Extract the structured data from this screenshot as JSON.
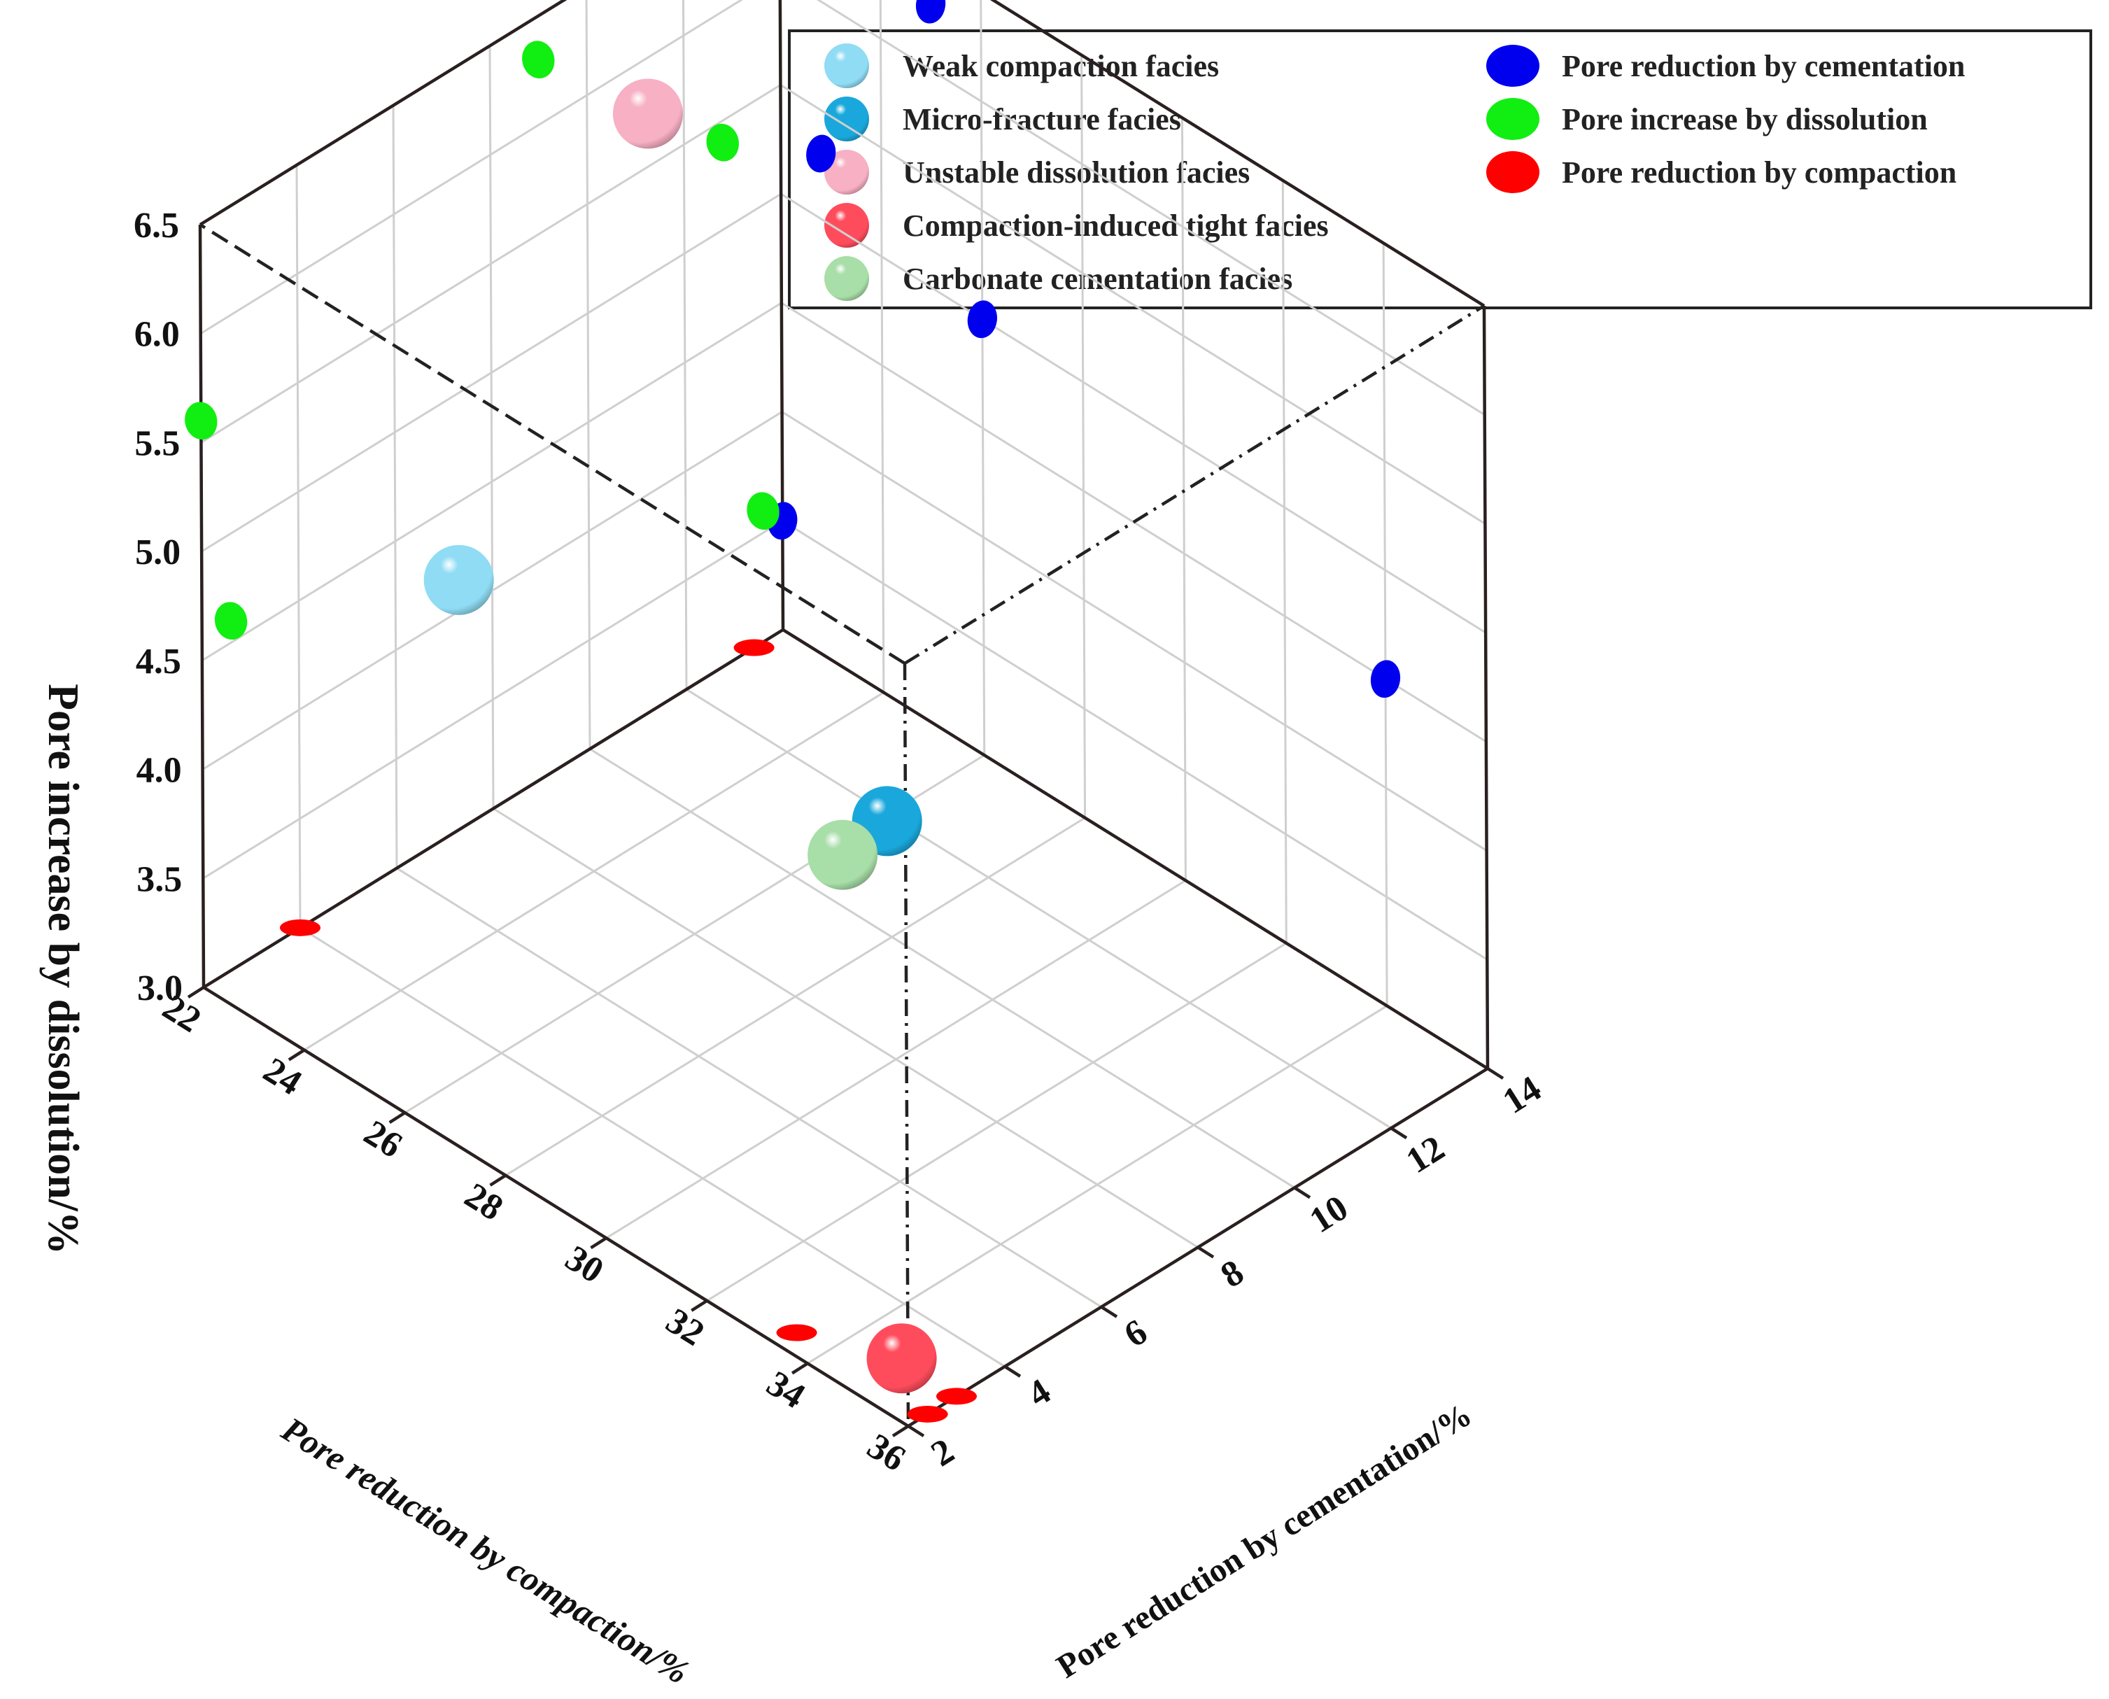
{
  "chart_data": {
    "type": "scatter",
    "projection": "3d",
    "title": "",
    "xlabel": "Pore reduction by compaction/%",
    "ylabel": "Pore reduction by cementation/%",
    "zlabel": "Pore increase by dissolution/%",
    "xlim": [
      22,
      36
    ],
    "ylim": [
      2,
      14
    ],
    "zlim": [
      3.0,
      6.5
    ],
    "x_ticks": [
      "22",
      "24",
      "26",
      "28",
      "30",
      "32",
      "34",
      "36"
    ],
    "y_ticks": [
      "2",
      "4",
      "6",
      "8",
      "10",
      "12",
      "14"
    ],
    "z_ticks": [
      "3.0",
      "3.5",
      "4.0",
      "4.5",
      "5.0",
      "5.5",
      "6.0",
      "6.5"
    ],
    "grid": true,
    "legend_position": "top-right",
    "projection_series": [
      {
        "name": "Pore reduction by cementation",
        "plane": "x-z",
        "color": "#0000ee",
        "points": [
          {
            "x": 22.0,
            "z": 3.5
          },
          {
            "x": 22.8,
            "z": 5.3
          },
          {
            "x": 25.0,
            "z": 6.3
          },
          {
            "x": 26.0,
            "z": 5.0
          },
          {
            "x": 34.0,
            "z": 4.5
          }
        ]
      },
      {
        "name": "Pore increase by dissolution",
        "plane": "y-z",
        "color": "#11ee11",
        "points": [
          {
            "y": 2.0,
            "z": 5.6
          },
          {
            "y": 2.6,
            "z": 4.6
          },
          {
            "y": 9.0,
            "z": 6.3
          },
          {
            "y": 12.8,
            "z": 5.4
          },
          {
            "y": 13.6,
            "z": 3.6
          }
        ]
      },
      {
        "name": "Pore reduction by compaction",
        "plane": "x-y",
        "color": "#ff0000",
        "points": [
          {
            "x": 22.0,
            "y": 4.0
          },
          {
            "x": 33.4,
            "y": 2.4
          },
          {
            "x": 36.0,
            "y": 2.4
          },
          {
            "x": 36.0,
            "y": 3.0
          },
          {
            "x": 22.0,
            "y": 13.4
          }
        ]
      }
    ],
    "facies_series": [
      {
        "name": "Weak compaction facies",
        "color": "#8fdcf4",
        "x": 25.0,
        "y": 4.2,
        "z": 5.0
      },
      {
        "name": "Micro-fracture facies",
        "color": "#1aa8dc",
        "x": 33.8,
        "y": 3.9,
        "z": 5.2
      },
      {
        "name": "Unstable dissolution facies",
        "color": "#f7b0c4",
        "x": 23.6,
        "y": 9.6,
        "z": 6.2
      },
      {
        "name": "Compaction-induced tight facies",
        "color": "#ff4c5c",
        "x": 35.2,
        "y": 2.7,
        "z": 3.1
      },
      {
        "name": "Carbonate cementation facies",
        "color": "#a8dea8",
        "x": 33.2,
        "y": 3.6,
        "z": 5.0
      }
    ],
    "legend_left": [
      {
        "label": "Weak compaction facies",
        "color": "#8fdcf4",
        "style": "sphere"
      },
      {
        "label": "Micro-fracture facies",
        "color": "#1aa8dc",
        "style": "sphere"
      },
      {
        "label": "Unstable dissolution facies",
        "color": "#f7b0c4",
        "style": "sphere"
      },
      {
        "label": "Compaction-induced tight facies",
        "color": "#ff4c5c",
        "style": "sphere"
      },
      {
        "label": "Carbonate cementation facies",
        "color": "#a8dea8",
        "style": "sphere"
      }
    ],
    "legend_right": [
      {
        "label": "Pore reduction by cementation",
        "color": "#0000ee",
        "style": "flat"
      },
      {
        "label": "Pore increase by dissolution",
        "color": "#11ee11",
        "style": "flat"
      },
      {
        "label": "Pore reduction by compaction",
        "color": "#ff0000",
        "style": "flat"
      }
    ]
  }
}
